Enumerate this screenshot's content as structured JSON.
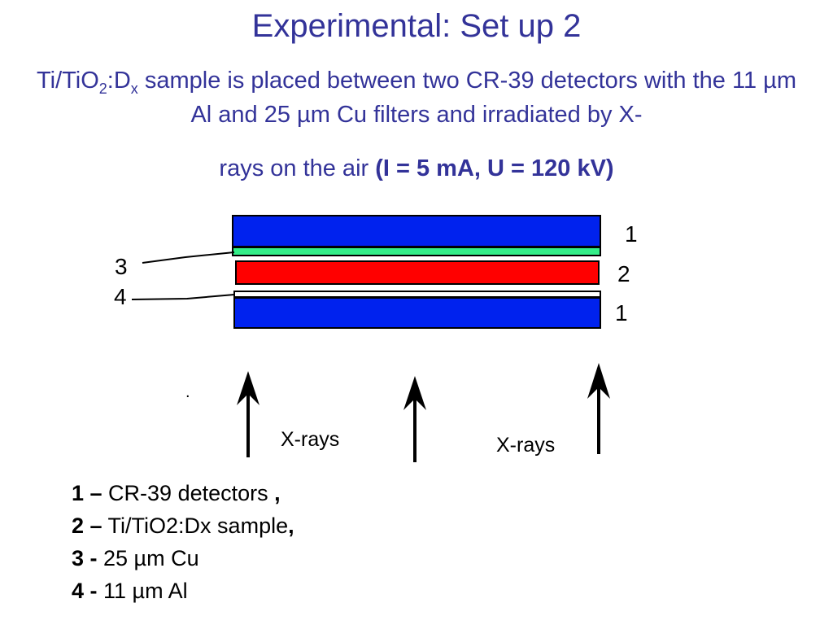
{
  "slide": {
    "title": "Experimental: Set up 2",
    "subtitle": {
      "part1": "Ti/TiO",
      "sub1": "2",
      "part2": ":D",
      "sub2": "x",
      "part3": " sample is placed between two CR-39  detectors with the 11 µm Al and 25 µm Cu filters and irradiated by X-",
      "part4": "rays on the air   ",
      "emphasis": "(I = 5 mA, U = 120 kV)"
    }
  },
  "diagram": {
    "colors": {
      "detector": "#0022EE",
      "cu_filter": "#33EE88",
      "sample": "#FF0000",
      "al_filter": "#FFFFFF",
      "arrow": "#000000"
    },
    "layer_labels": {
      "top_detector": "1",
      "sample": "2",
      "bottom_detector": "1",
      "cu_filter": "3",
      "al_filter": "4"
    },
    "beam_labels": {
      "left": "X-rays",
      "right": "X-rays"
    },
    "stray_mark": "."
  },
  "legend": [
    {
      "key": "1 –",
      "value": " CR-39  detectors ",
      "suffix": ","
    },
    {
      "key": "2 –",
      "value": " Ti/TiO2:Dx sample",
      "suffix": ","
    },
    {
      "key": "3 -",
      "value": " 25 µm Cu",
      "suffix": ""
    },
    {
      "key": "4 -",
      "value": " 11 µm Al",
      "suffix": ""
    }
  ]
}
